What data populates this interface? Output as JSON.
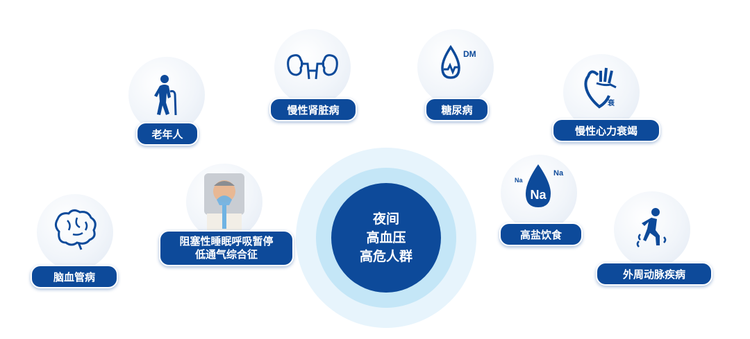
{
  "center": {
    "line1": "夜间",
    "line2": "高血压",
    "line3": "高危人群"
  },
  "nodes": {
    "elderly": "老年人",
    "kidney": "慢性肾脏病",
    "diabetes": "糖尿病",
    "diabetes_icon_text": "DM",
    "heart": "慢性心力衰竭",
    "heart_icon_text": "衰",
    "salt": "高盐饮食",
    "salt_icon_text_big": "Na",
    "salt_icon_text_small": "Na",
    "osa_line1": "阻塞性睡眠呼吸暂停",
    "osa_line2": "低通气综合征",
    "brain": "脑血管病",
    "pad": "外周动脉疾病"
  },
  "colors": {
    "primary": "#0d4a9a",
    "ring_light": "#e7f4fc",
    "ring_mid": "#c4e6f7"
  }
}
